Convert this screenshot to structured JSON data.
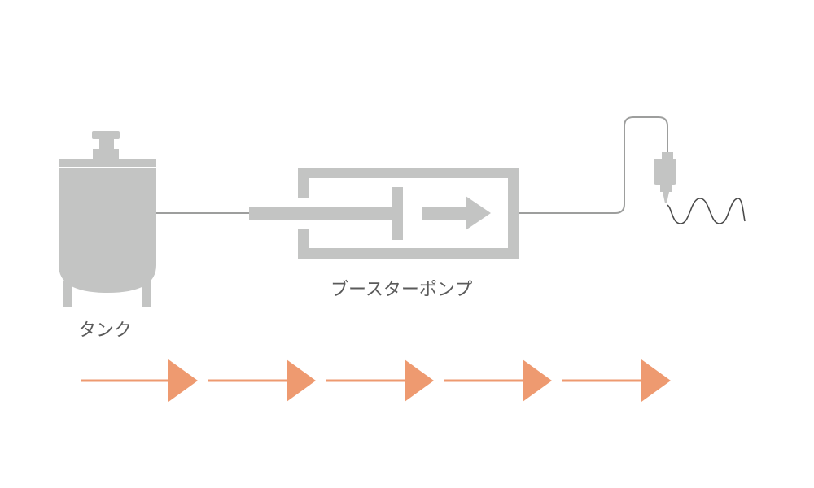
{
  "labels": {
    "tank": "タンク",
    "booster_pump": "ブースターポンプ"
  },
  "flow_arrows": {
    "count": 5,
    "direction": "right"
  },
  "colors": {
    "equipment": "#c3c4c3",
    "pipe": "#9d9e9d",
    "flow_arrow": "#ee9a70",
    "label_text": "#5a5a5a",
    "wave": "#4a4a4a"
  }
}
